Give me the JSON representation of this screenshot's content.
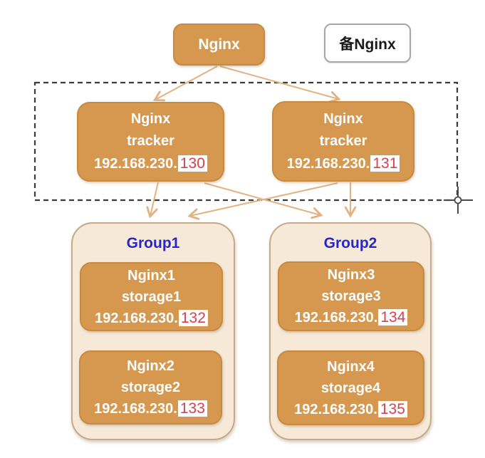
{
  "diagram": {
    "type": "architecture-diagram",
    "colors": {
      "node_fill": "#d6974f",
      "node_border": "#c9893f",
      "node_text": "#ffffff",
      "group_fill": "#f6e9d8",
      "group_border": "#c3ab8b",
      "group_title_text": "#2727c9",
      "ip_suffix_text": "#d9404e",
      "ip_suffix_bg": "#ffffff",
      "arrow": "#e3b284",
      "dashed_boundary": "#3a3a3a",
      "backup_border": "#a6a6a6",
      "backup_text": "#1a1a1a"
    },
    "nodes": {
      "main_nginx": {
        "label": "Nginx"
      },
      "backup_nginx": {
        "label": "备Nginx"
      },
      "tracker1": {
        "line1": "Nginx",
        "line2": "tracker",
        "ip_prefix": "192.168.230.",
        "ip_suffix": "130"
      },
      "tracker2": {
        "line1": "Nginx",
        "line2": "tracker",
        "ip_prefix": "192.168.230.",
        "ip_suffix": "131"
      },
      "storage1": {
        "line1": "Nginx1",
        "line2": "storage1",
        "ip_prefix": "192.168.230.",
        "ip_suffix": "132"
      },
      "storage2": {
        "line1": "Nginx2",
        "line2": "storage2",
        "ip_prefix": "192.168.230.",
        "ip_suffix": "133"
      },
      "storage3": {
        "line1": "Nginx3",
        "line2": "storage3",
        "ip_prefix": "192.168.230.",
        "ip_suffix": "134"
      },
      "storage4": {
        "line1": "Nginx4",
        "line2": "storage4",
        "ip_prefix": "192.168.230.",
        "ip_suffix": "135"
      }
    },
    "groups": {
      "group1": {
        "title": "Group1"
      },
      "group2": {
        "title": "Group2"
      }
    },
    "edges": [
      {
        "from": "main_nginx",
        "to": "tracker1"
      },
      {
        "from": "main_nginx",
        "to": "tracker2"
      },
      {
        "from": "tracker1",
        "to": "group1"
      },
      {
        "from": "tracker1",
        "to": "group2"
      },
      {
        "from": "tracker2",
        "to": "group1"
      },
      {
        "from": "tracker2",
        "to": "group2"
      }
    ]
  }
}
